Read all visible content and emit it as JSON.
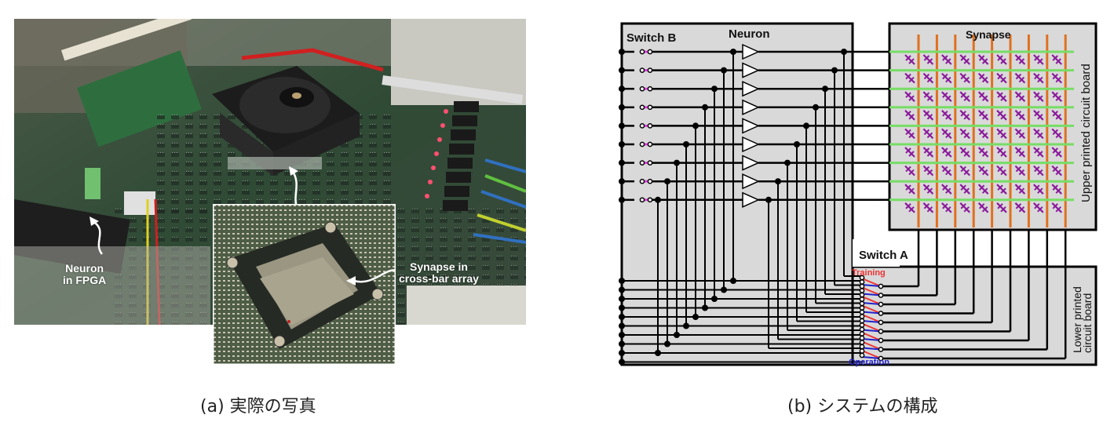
{
  "figure": {
    "panel_a": {
      "caption": "(a) 実際の写真",
      "labels": {
        "neuron": [
          "Neuron",
          "in FPGA"
        ],
        "synapse": [
          "Synapse in",
          "cross-bar array"
        ]
      }
    },
    "panel_b": {
      "caption": "(b) システムの構成",
      "labels": {
        "switch_b": "Switch B",
        "neuron": "Neuron",
        "synapse": "Synapse",
        "switch_a": "Switch A",
        "training": "Training",
        "operation": "Operation",
        "upper_board": "Upper printed circuit board",
        "lower_board": [
          "Lower printed",
          "circuit board"
        ]
      },
      "neuron_count": 9,
      "synapse_grid": {
        "rows": 9,
        "cols": 9
      },
      "colors": {
        "board_fill": "#d9d9d9",
        "switch_b_link": "#e040e0",
        "row_line": "#77dd66",
        "column_line": "#e07020",
        "synapse_device": "#8a1a9a",
        "training_color": "#ee3333",
        "operation_color": "#2222cc"
      }
    }
  }
}
